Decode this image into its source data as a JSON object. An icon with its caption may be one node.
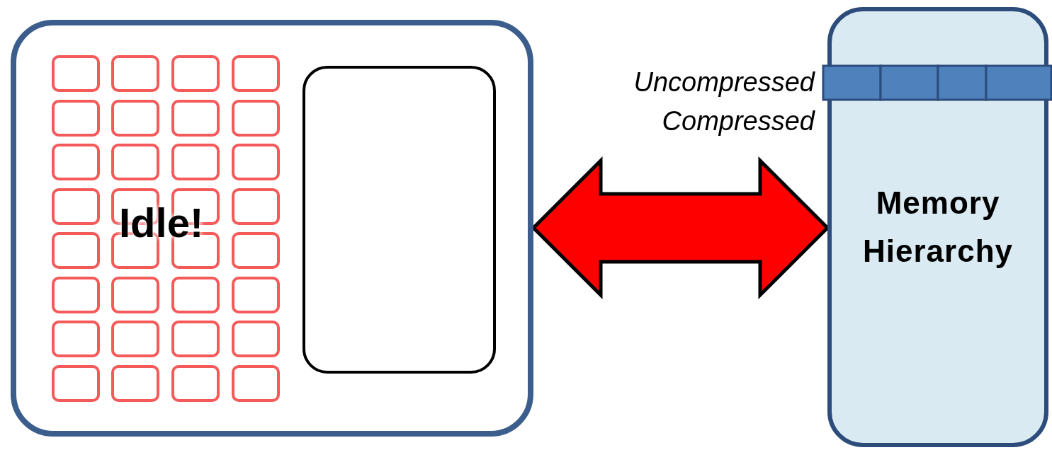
{
  "diagram": {
    "nodes": [
      {
        "text": [],
        "shape": "box"
      },
      {
        "text": [],
        "shape": "box",
        "in": 0
      },
      {
        "text": [],
        "shape": "box",
        "in": 0
      },
      {
        "text": [],
        "shape": "box",
        "in": 0
      },
      {
        "text": [],
        "shape": "box",
        "in": 0
      },
      {
        "text": [],
        "shape": "box",
        "in": 0
      },
      {
        "text": [],
        "shape": "box",
        "in": 0
      },
      {
        "text": [],
        "shape": "box",
        "in": 0
      },
      {
        "text": [],
        "shape": "box",
        "in": 0
      },
      {
        "text": [],
        "shape": "box",
        "in": 0
      },
      {
        "text": [],
        "shape": "box",
        "in": 0
      },
      {
        "text": [],
        "shape": "box",
        "in": 0
      },
      {
        "text": [],
        "shape": "box",
        "in": 0
      },
      {
        "text": [],
        "shape": "box",
        "in": 0
      },
      {
        "text": [],
        "shape": "box",
        "in": 0
      },
      {
        "text": [],
        "shape": "box",
        "in": 0
      },
      {
        "text": [],
        "shape": "box",
        "in": 0
      },
      {
        "text": [],
        "shape": "box",
        "in": 0
      },
      {
        "text": [],
        "shape": "box",
        "in": 0
      },
      {
        "text": [],
        "shape": "box",
        "in": 0
      },
      {
        "text": [],
        "shape": "box",
        "in": 0
      },
      {
        "text": [],
        "shape": "box",
        "in": 0
      },
      {
        "text": [],
        "shape": "box",
        "in": 0
      },
      {
        "text": [],
        "shape": "box",
        "in": 0
      },
      {
        "text": [],
        "shape": "box",
        "in": 0
      },
      {
        "text": [],
        "shape": "box",
        "in": 0
      },
      {
        "text": [],
        "shape": "box",
        "in": 0
      },
      {
        "text": [],
        "shape": "box",
        "in": 0
      },
      {
        "text": [],
        "shape": "box",
        "in": 0
      },
      {
        "text": [],
        "shape": "box",
        "in": 0
      },
      {
        "text": [],
        "shape": "box",
        "in": 0
      },
      {
        "text": [],
        "shape": "box",
        "in": 0
      },
      {
        "text": [],
        "shape": "box",
        "in": 0
      },
      {
        "text": [],
        "shape": "box",
        "in": 0
      },
      {
        "text": [
          "Memory Hierarchy"
        ]
      }
    ],
    "edges": [
      {
        "from": 0,
        "to": 34,
        "arrow": "both",
        "style": "thick",
        "color": "#ff0000"
      }
    ],
    "labels": [
      "Idle!",
      "Uncompressed",
      "Compressed"
    ]
  }
}
